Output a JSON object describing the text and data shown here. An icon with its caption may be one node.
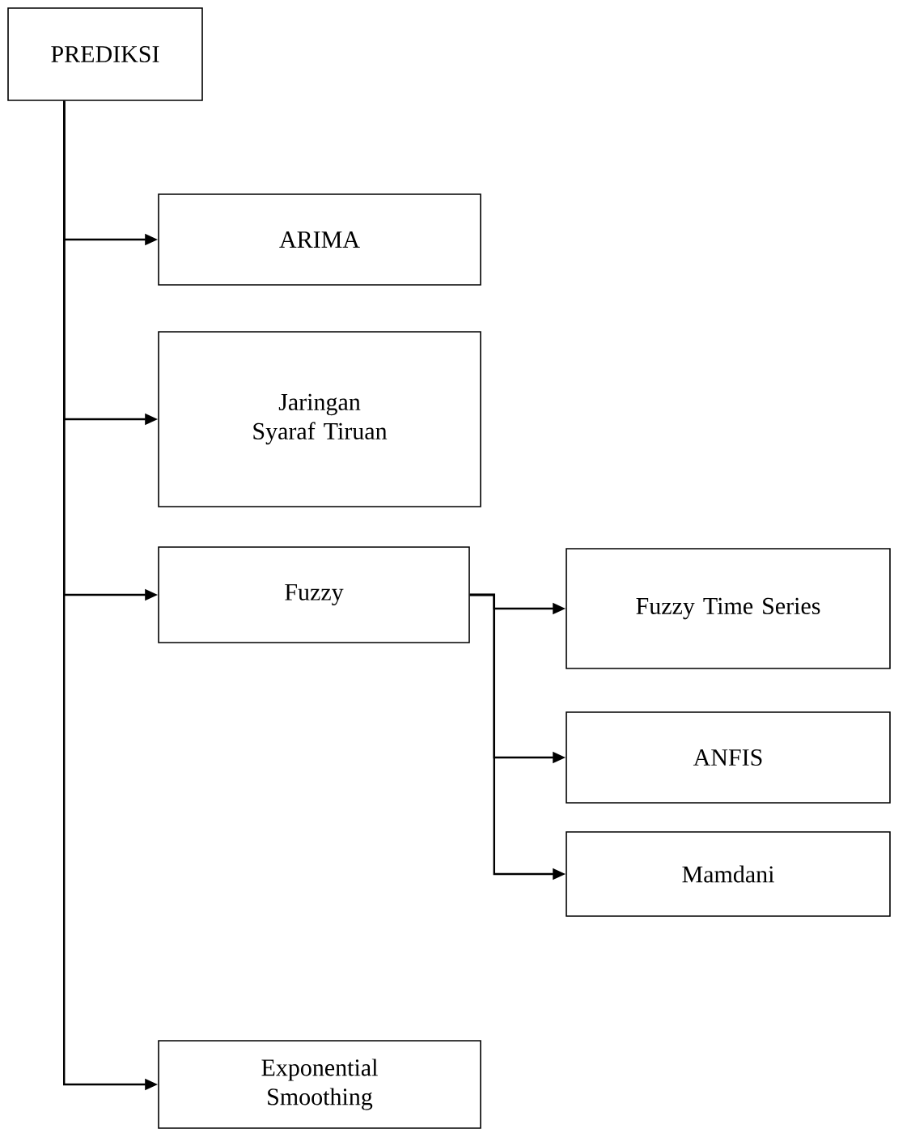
{
  "diagram": {
    "nodes": [
      {
        "text": [
          "PREDIKSI"
        ]
      },
      {
        "text": [
          "ARIMA"
        ]
      },
      {
        "text": [
          "Jaringan Syaraf Tiruan"
        ]
      },
      {
        "text": [
          "Fuzzy"
        ]
      },
      {
        "text": [
          "Fuzzy Time Series"
        ]
      },
      {
        "text": [
          "ANFIS"
        ]
      },
      {
        "text": [
          "Mamdani"
        ]
      },
      {
        "text": [
          "Exponential Smoothing"
        ]
      }
    ],
    "edges": [
      {
        "from": 0,
        "to": 1,
        "arrow": "to"
      },
      {
        "from": 0,
        "to": 2,
        "arrow": "to"
      },
      {
        "from": 0,
        "to": 3,
        "arrow": "to"
      },
      {
        "from": 3,
        "to": 4,
        "arrow": "to"
      },
      {
        "from": 3,
        "to": 5,
        "arrow": "to"
      },
      {
        "from": 3,
        "to": 6,
        "arrow": "to"
      },
      {
        "from": 0,
        "to": 7,
        "arrow": "to"
      }
    ]
  }
}
